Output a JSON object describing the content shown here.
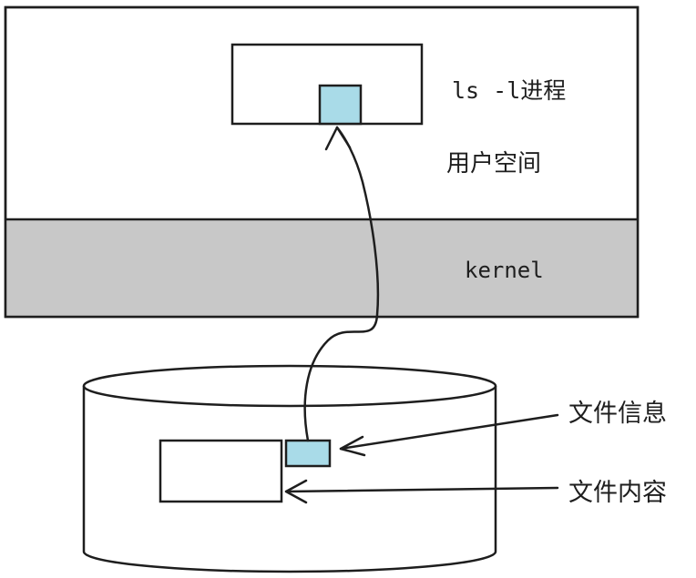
{
  "labels": {
    "process": "ls -l进程",
    "user_space": "用户空间",
    "kernel": "kernel",
    "file_info": "文件信息",
    "file_content": "文件内容"
  },
  "colors": {
    "kernel_band": "#c8c8c8",
    "metadata_block": "#a9dbe8",
    "stroke": "#1e1e1e"
  }
}
